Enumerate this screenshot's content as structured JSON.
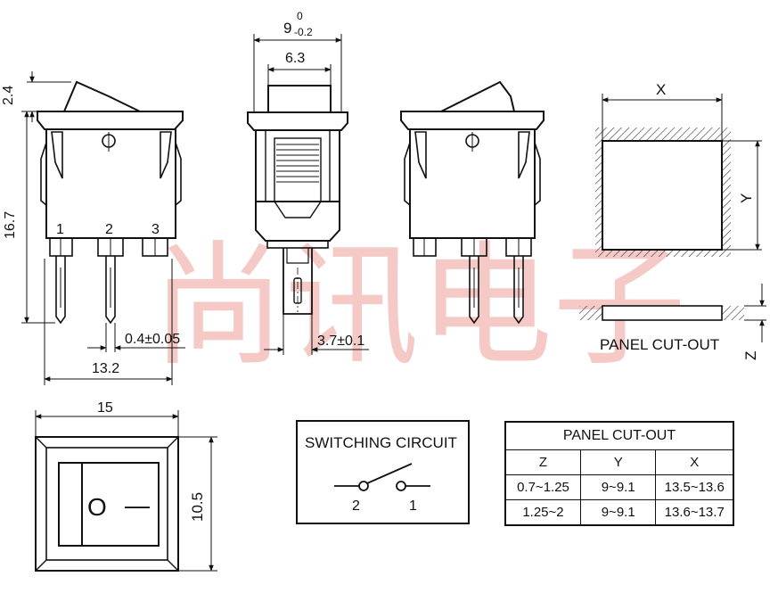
{
  "watermark": "尚讯电子",
  "dimensions": {
    "width_9": "9",
    "tol_upper": "0",
    "tol_lower": "-0.2",
    "d_6_3": "6.3",
    "d_2_4": "2.4",
    "d_16_7": "16.7",
    "d_13_2": "13.2",
    "d_0_4": "0.4±0.05",
    "d_3_7": "3.7±0.1",
    "d_15": "15",
    "d_10_5": "10.5"
  },
  "terminals": [
    "1",
    "2",
    "3"
  ],
  "cutout_drawing": {
    "x_label": "X",
    "y_label": "Y",
    "z_label": "Z",
    "caption": "PANEL CUT-OUT"
  },
  "switching_circuit": {
    "title": "SWITCHING CIRCUIT",
    "pin_left": "2",
    "pin_right": "1"
  },
  "rocker_symbols": {
    "on": "O",
    "off": "—"
  },
  "cutout_table": {
    "title": "PANEL CUT-OUT",
    "headers": [
      "Z",
      "Y",
      "X"
    ],
    "rows": [
      [
        "0.7~1.25",
        "9~9.1",
        "13.5~13.6"
      ],
      [
        "1.25~2",
        "9~9.1",
        "13.6~13.7"
      ]
    ]
  }
}
